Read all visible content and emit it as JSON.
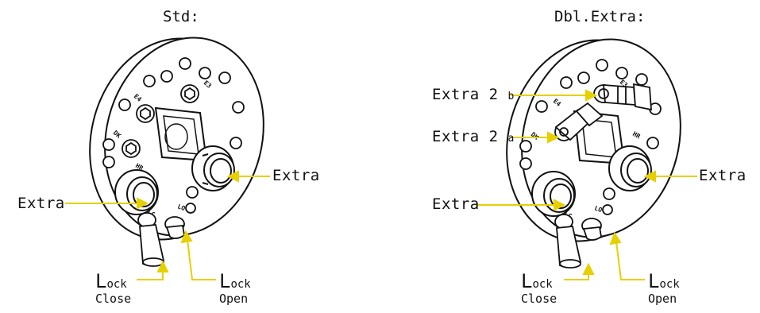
{
  "left": {
    "title": "Std:",
    "labels": {
      "extra_right": "Extra",
      "extra_left": "Extra",
      "lock_close_big": "L",
      "lock_close_small": "ock",
      "lock_close_word": "Close",
      "lock_open_big": "L",
      "lock_open_small": "ock",
      "lock_open_word": "Open"
    },
    "part_marks": [
      "E3",
      "E4",
      "DK",
      "HR",
      "LC",
      "LO"
    ]
  },
  "right": {
    "title": "Dbl.Extra:",
    "labels": {
      "extra2b_main": "Extra 2",
      "extra2b_sub": "b",
      "extra2a_main": "Extra 2",
      "extra2a_sub": "a",
      "extra_right": "Extra",
      "extra_left": "Extra",
      "lock_close_big": "L",
      "lock_close_small": "ock",
      "lock_close_word": "Close",
      "lock_open_big": "L",
      "lock_open_small": "ock",
      "lock_open_word": "Open"
    },
    "part_marks": [
      "E3",
      "E4",
      "DK",
      "HR",
      "LC",
      "LO"
    ]
  },
  "colors": {
    "leader_line": "#e6d000",
    "outline": "#111111",
    "background": "#ffffff"
  }
}
